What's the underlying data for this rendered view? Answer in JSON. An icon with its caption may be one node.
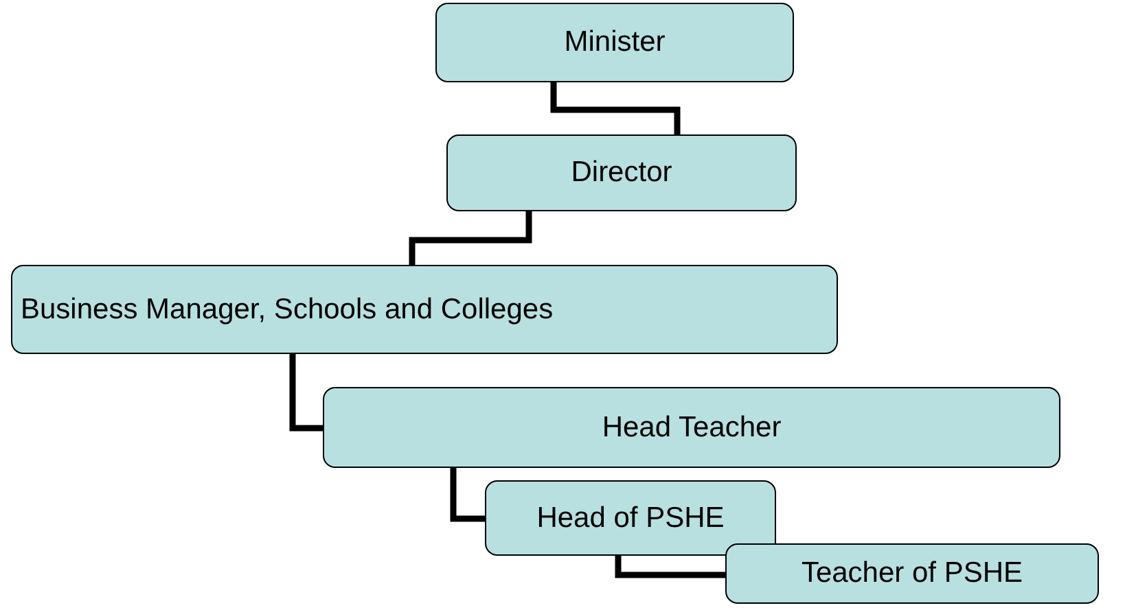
{
  "diagram": {
    "nodes": [
      {
        "text": [
          "Minister"
        ]
      },
      {
        "text": [
          "Director"
        ]
      },
      {
        "text": [
          "Business Manager, Schools and Colleges"
        ]
      },
      {
        "text": [
          "Head Teacher"
        ]
      },
      {
        "text": [
          "Head of PSHE"
        ]
      },
      {
        "text": [
          "Teacher of PSHE"
        ]
      }
    ],
    "edges": [
      {
        "from": 0,
        "to": 1,
        "arrow": "none"
      },
      {
        "from": 1,
        "to": 2,
        "arrow": "none"
      },
      {
        "from": 2,
        "to": 3,
        "arrow": "none"
      },
      {
        "from": 3,
        "to": 4,
        "arrow": "none"
      },
      {
        "from": 4,
        "to": 5,
        "arrow": "none"
      }
    ]
  }
}
